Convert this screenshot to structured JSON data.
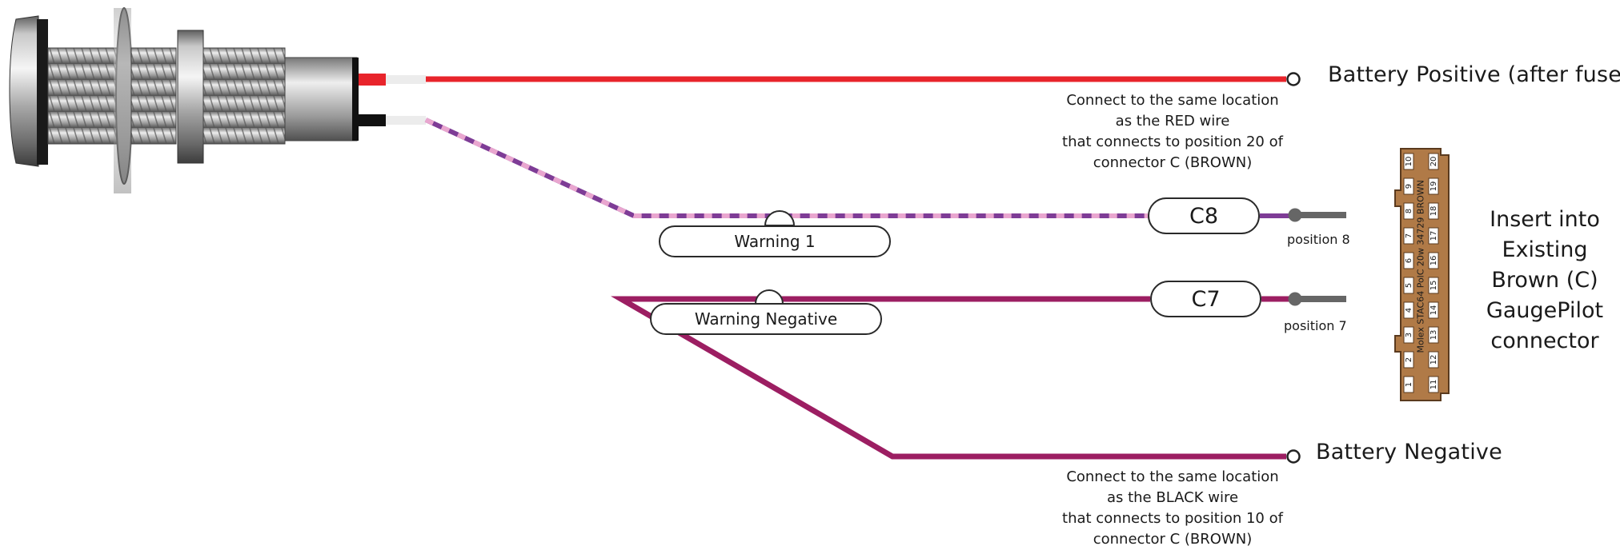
{
  "labels": {
    "battery_positive": "Battery Positive (after fuse)",
    "battery_negative": "Battery Negative",
    "note_red": [
      "Connect to the same location",
      "as the RED wire",
      "that connects to position 20 of",
      "connector C (BROWN)"
    ],
    "note_black": [
      "Connect to the same location",
      "as the BLACK wire",
      "that connects to position 10 of",
      "connector C (BROWN)"
    ],
    "position_8": "position 8",
    "position_7": "position 7",
    "insert_text": [
      "Insert into",
      "Existing",
      "Brown (C)",
      "GaugePilot",
      "connector"
    ]
  },
  "tags": {
    "c8": "C8",
    "c7": "C7",
    "warning_1": "Warning 1",
    "warning_negative": "Warning Negative"
  },
  "connector": {
    "top_row": [
      "10",
      "9",
      "8",
      "7",
      "6",
      "5",
      "4",
      "3",
      "2",
      "1"
    ],
    "bottom_row": [
      "20",
      "19",
      "18",
      "17",
      "16",
      "15",
      "14",
      "13",
      "12",
      "11"
    ],
    "part_label": "Molex STAC64 PolC 20w 34729 BROWN"
  },
  "colors": {
    "red_wire": "#e8242b",
    "purple_wire": "#7e3c96",
    "purple_stripe": "#e9a6cf",
    "magenta_wire": "#9c1e62",
    "connector_brown": "#b07a47",
    "pin_grey": "#666666"
  }
}
